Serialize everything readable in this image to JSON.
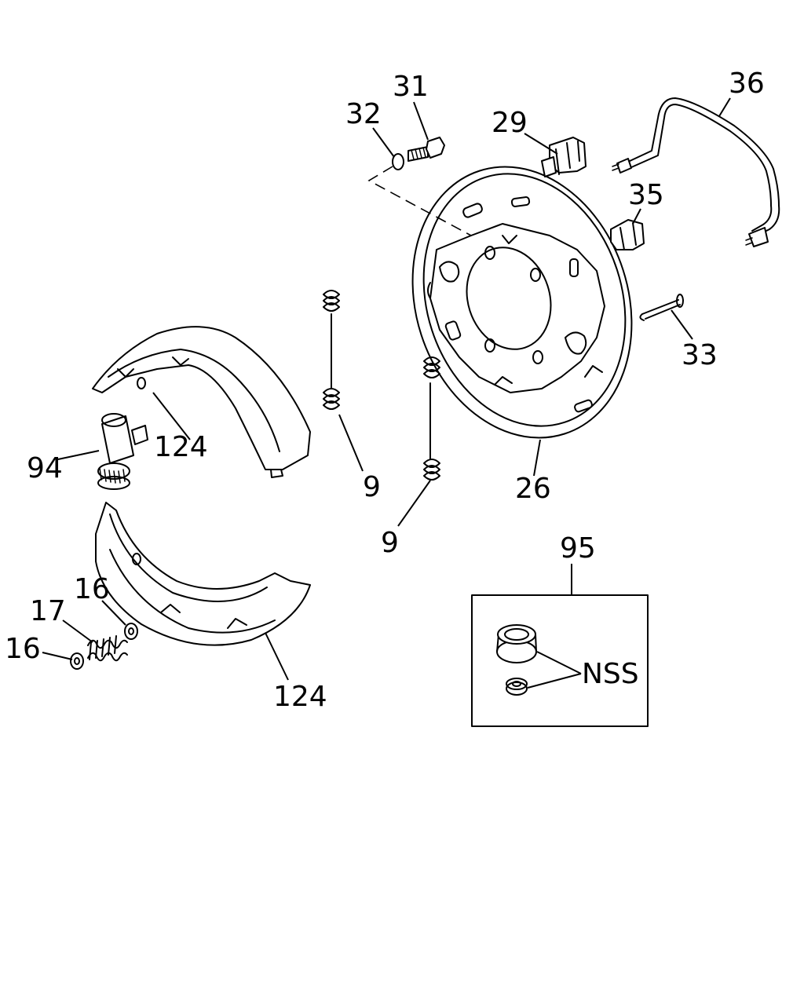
{
  "labels": {
    "l31": "31",
    "l32": "32",
    "l29": "29",
    "l36": "36",
    "l35": "35",
    "l33": "33",
    "l26": "26",
    "l124a": "124",
    "l94": "94",
    "l9a": "9",
    "l9b": "9",
    "l95": "95",
    "l16a": "16",
    "l17": "17",
    "l16b": "16",
    "l124b": "124",
    "nss": "NSS"
  }
}
